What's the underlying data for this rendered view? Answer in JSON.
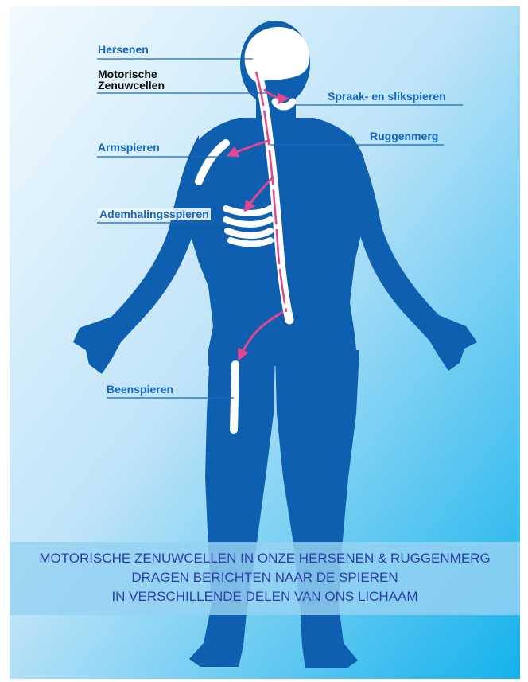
{
  "labels": {
    "hersenen": "Hersenen",
    "motorische_line1": "Motorische",
    "motorische_line2": "Zenuwcellen",
    "spraak": "Spraak- en slikspieren",
    "ruggenmerg": "Ruggenmerg",
    "armspieren": "Armspieren",
    "ademhaling": "Ademhalingsspieren",
    "beenspieren": "Beenspieren"
  },
  "caption": {
    "line1": "MOTORISCHE ZENUWCELLEN IN ONZE HERSENEN & RUGGENMERG",
    "line2": "DRAGEN BERICHTEN NAAR DE SPIEREN",
    "line3": "IN VERSCHILLENDE DELEN VAN ONS LICHAAM"
  },
  "colors": {
    "body": "#0e5fb0",
    "arrow": "#e2468f",
    "label": "#1467bf",
    "caption_text": "#2c3ea8"
  }
}
